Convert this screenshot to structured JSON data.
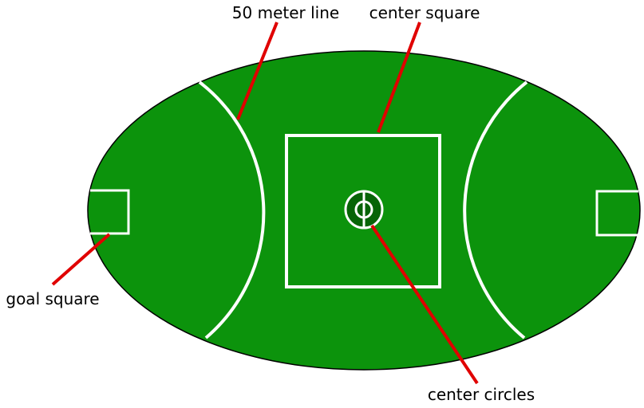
{
  "diagram": {
    "title": "Australian football field",
    "labels": {
      "fifty_meter_line": "50 meter line",
      "center_square": "center square",
      "goal_square": "goal square",
      "center_circles": "center circles"
    },
    "colors": {
      "field": "#0c930c",
      "center_circle_fill": "#076407",
      "markings": "#ffffff",
      "pointer": "#e00000",
      "outline": "#000000"
    }
  }
}
